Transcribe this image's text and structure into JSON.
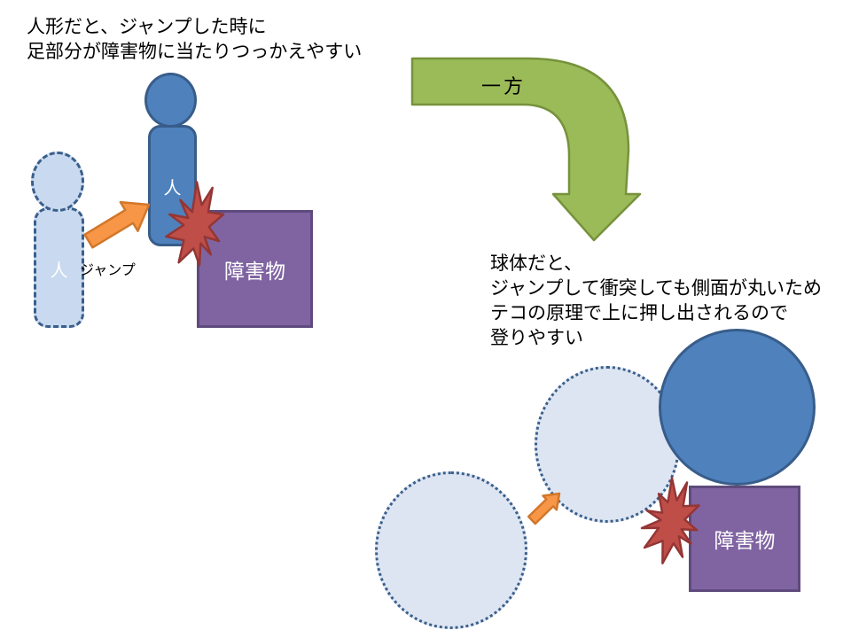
{
  "left": {
    "caption": {
      "lines": [
        "人形だと、ジャンプした時に",
        "足部分が障害物に当たりつっかえやすい"
      ]
    },
    "ghost_person": {
      "label": "人"
    },
    "person": {
      "label": "人"
    },
    "jump_arrow": {
      "label": "ジャンプ"
    },
    "obstacle": {
      "label": "障害物"
    }
  },
  "transition_arrow": {
    "label": "一方"
  },
  "right": {
    "caption": {
      "lines": [
        "球体だと、",
        "ジャンプして衝突しても側面が丸いため",
        "テコの原理で上に押し出されるので",
        "登りやすい"
      ]
    },
    "obstacle": {
      "label": "障害物"
    }
  },
  "colors": {
    "person_blue": "#4f81bd",
    "person_blue_border": "#385d8a",
    "ghost_person_fill": "#c9d9ef",
    "ghost_sphere_fill": "#dde5f2",
    "ghost_border_blue": "#3a5f8b",
    "obstacle_purple": "#8064a2",
    "obstacle_purple_border": "#5f4a7d",
    "collision_red": "#bf4e49",
    "collision_red_border": "#943634",
    "jump_arrow_orange": "#f79646",
    "jump_arrow_orange_border": "#d2772b",
    "transition_arrow_green": "#9bbb59",
    "transition_arrow_green_border": "#76923c",
    "caption_text": "#000000",
    "shape_label_text": "#ffffff",
    "background": "#ffffff"
  }
}
